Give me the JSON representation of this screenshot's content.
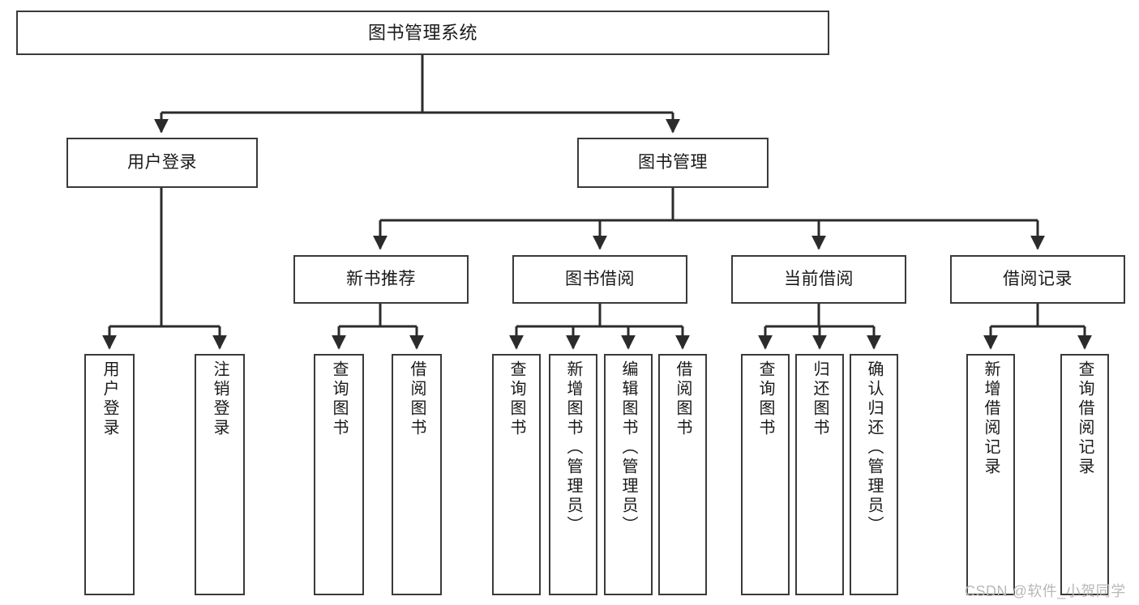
{
  "diagram": {
    "type": "tree",
    "title": "图书管理系统",
    "orientation": "top-down",
    "colors": {
      "box_border": "#3a3a3a",
      "box_fill": "#ffffff",
      "edge": "#2b2b2b",
      "text": "#1a1a1a",
      "watermark": "#b8b8b8"
    },
    "watermark": "CSDN @软件_小贺同学",
    "nodes": {
      "root": {
        "label": "图书管理系统"
      },
      "level1": [
        {
          "id": "user-login",
          "label": "用户登录"
        },
        {
          "id": "book-manage",
          "label": "图书管理"
        }
      ],
      "level2": [
        {
          "id": "new-book-recommend",
          "label": "新书推荐"
        },
        {
          "id": "book-borrow",
          "label": "图书借阅"
        },
        {
          "id": "current-borrow",
          "label": "当前借阅"
        },
        {
          "id": "borrow-record",
          "label": "借阅记录"
        }
      ],
      "leaves": {
        "user-login": [
          {
            "id": "login",
            "label": "用户登录"
          },
          {
            "id": "logout",
            "label": "注销登录"
          }
        ],
        "new-book-recommend": [
          {
            "id": "query-book-1",
            "label": "查询图书"
          },
          {
            "id": "borrow-book-1",
            "label": "借阅图书"
          }
        ],
        "book-borrow": [
          {
            "id": "query-book-2",
            "label": "查询图书"
          },
          {
            "id": "add-book",
            "label": "新增图书（管理员）"
          },
          {
            "id": "edit-book",
            "label": "编辑图书（管理员）"
          },
          {
            "id": "borrow-book-2",
            "label": "借阅图书"
          }
        ],
        "current-borrow": [
          {
            "id": "query-book-3",
            "label": "查询图书"
          },
          {
            "id": "return-book",
            "label": "归还图书"
          },
          {
            "id": "confirm-return",
            "label": "确认归还（管理员）"
          }
        ],
        "borrow-record": [
          {
            "id": "add-record",
            "label": "新增借阅记录"
          },
          {
            "id": "query-record",
            "label": "查询借阅记录"
          }
        ]
      }
    }
  }
}
